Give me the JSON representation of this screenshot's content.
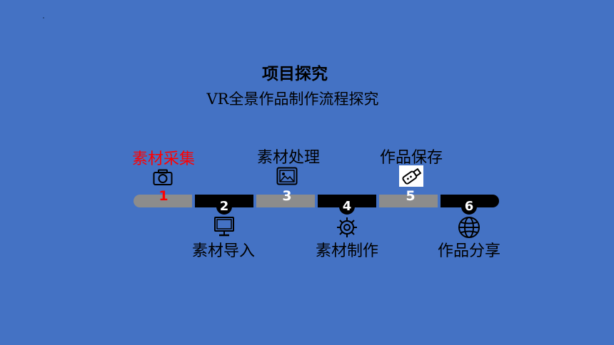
{
  "slide": {
    "title": "项目探究",
    "subtitle": "VR全景作品制作流程探究"
  },
  "steps": [
    {
      "number": "1",
      "label": "素材采集",
      "icon": "camera-icon"
    },
    {
      "number": "2",
      "label": "素材导入",
      "icon": "monitor-icon"
    },
    {
      "number": "3",
      "label": "素材处理",
      "icon": "image-icon"
    },
    {
      "number": "4",
      "label": "素材制作",
      "icon": "gear-icon"
    },
    {
      "number": "5",
      "label": "作品保存",
      "icon": "usb-drive-icon"
    },
    {
      "number": "6",
      "label": "作品分享",
      "icon": "globe-icon"
    }
  ],
  "colors": {
    "background": "#4472c4",
    "active_label": "#ff0000",
    "segment_gray": "#8c8c8c",
    "segment_black": "#000000"
  }
}
